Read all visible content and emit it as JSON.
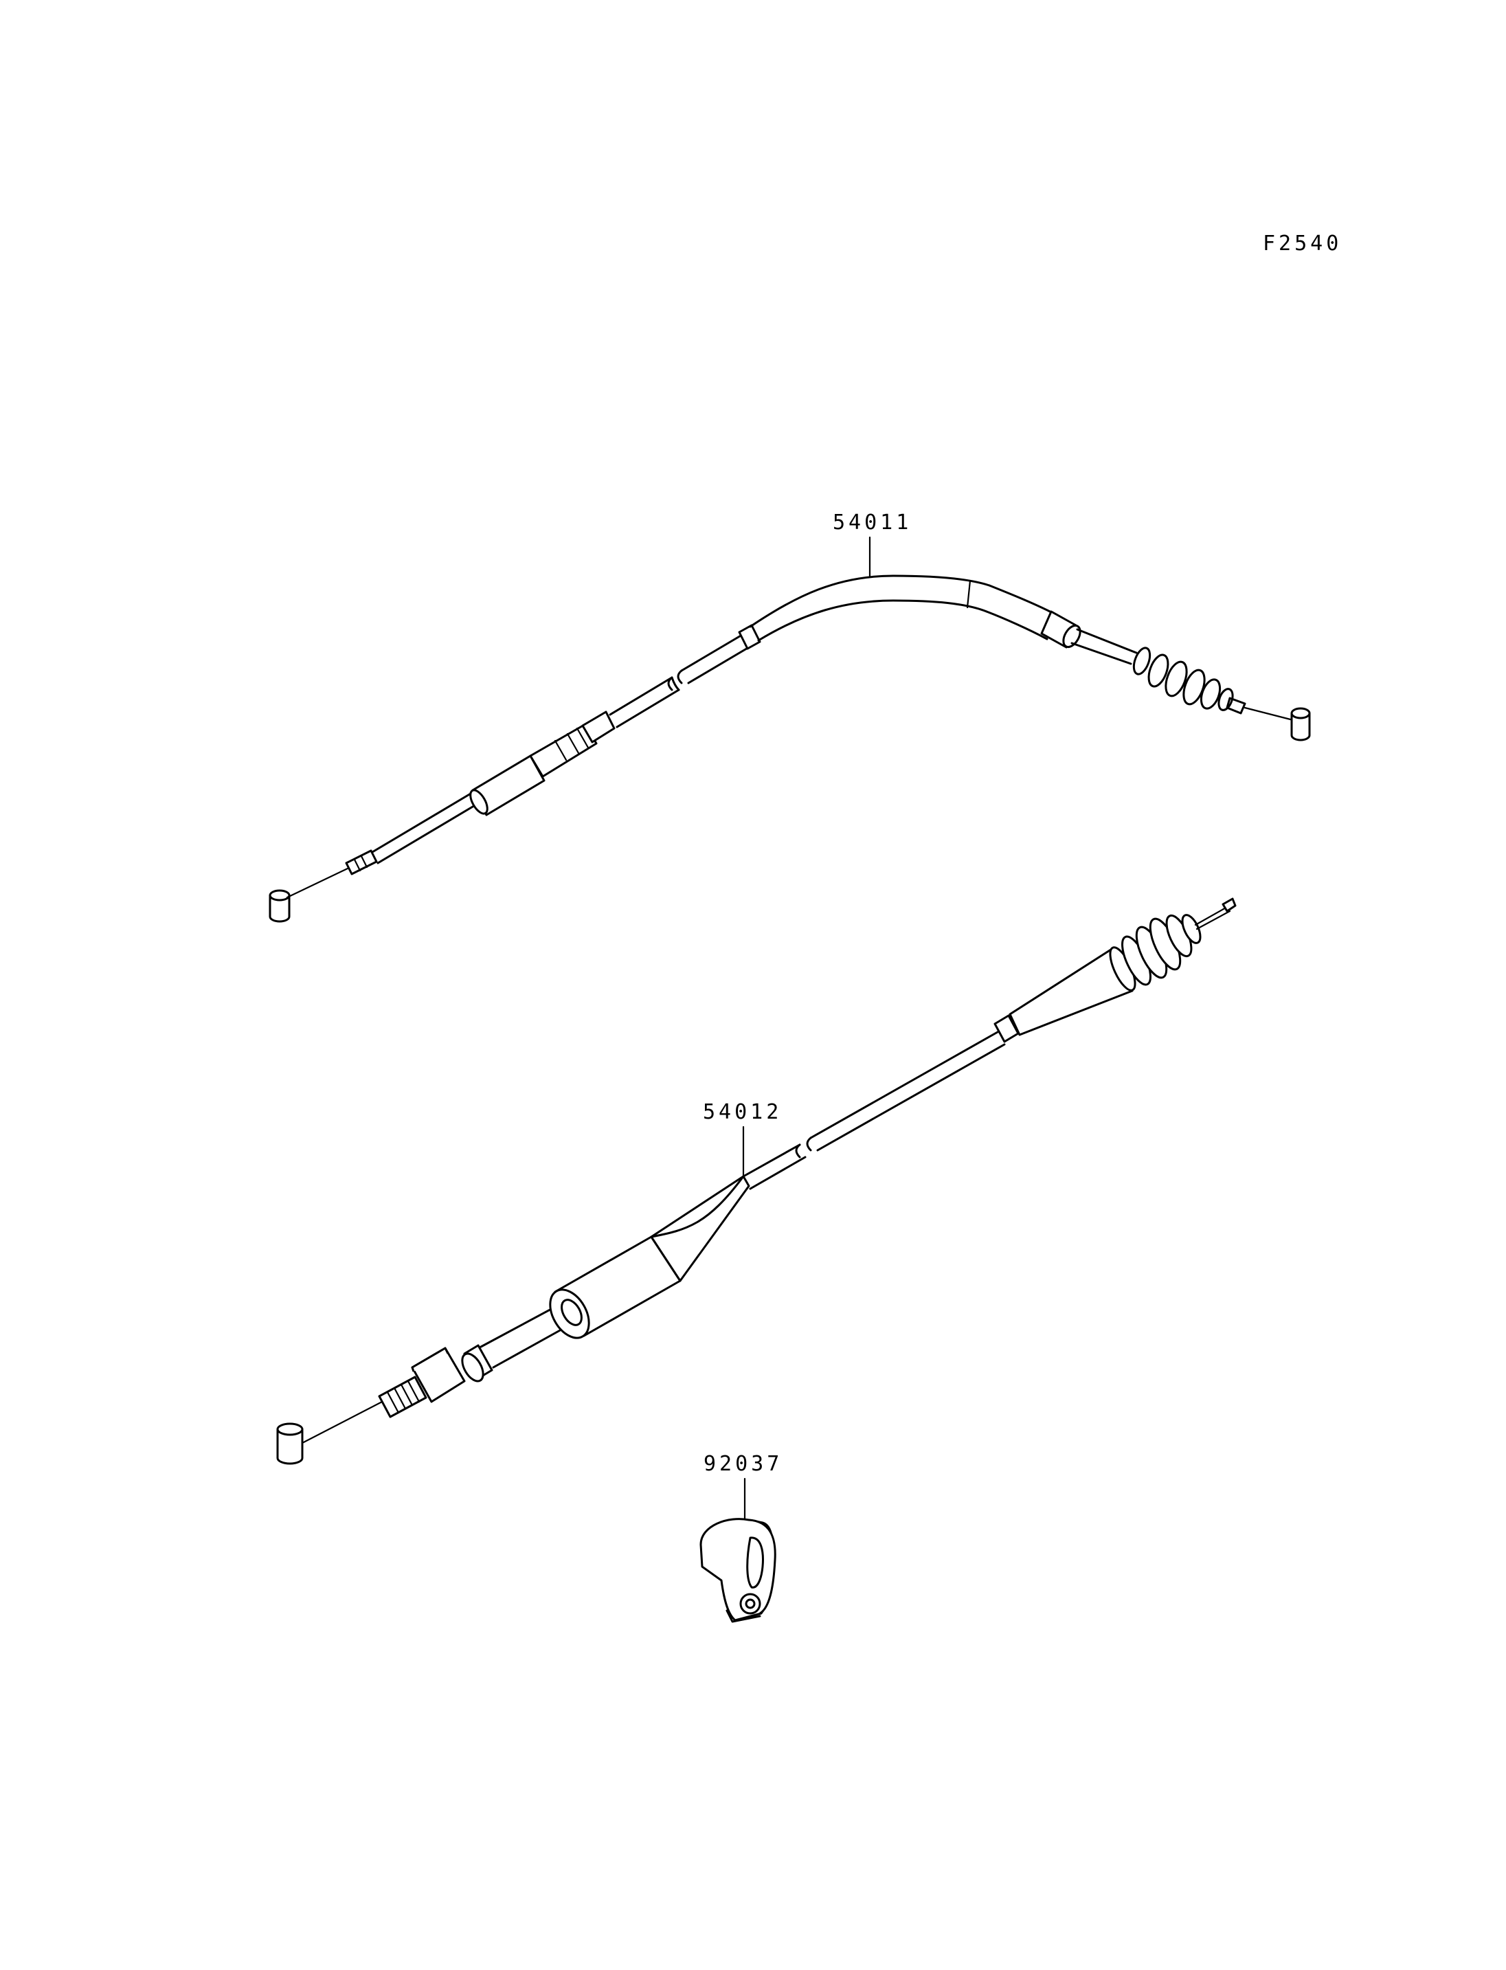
{
  "figure_code": "F2540",
  "parts": [
    {
      "number": "54011"
    },
    {
      "number": "54012"
    },
    {
      "number": "92037"
    }
  ],
  "colors": {
    "line": "#000000",
    "background": "#ffffff"
  }
}
